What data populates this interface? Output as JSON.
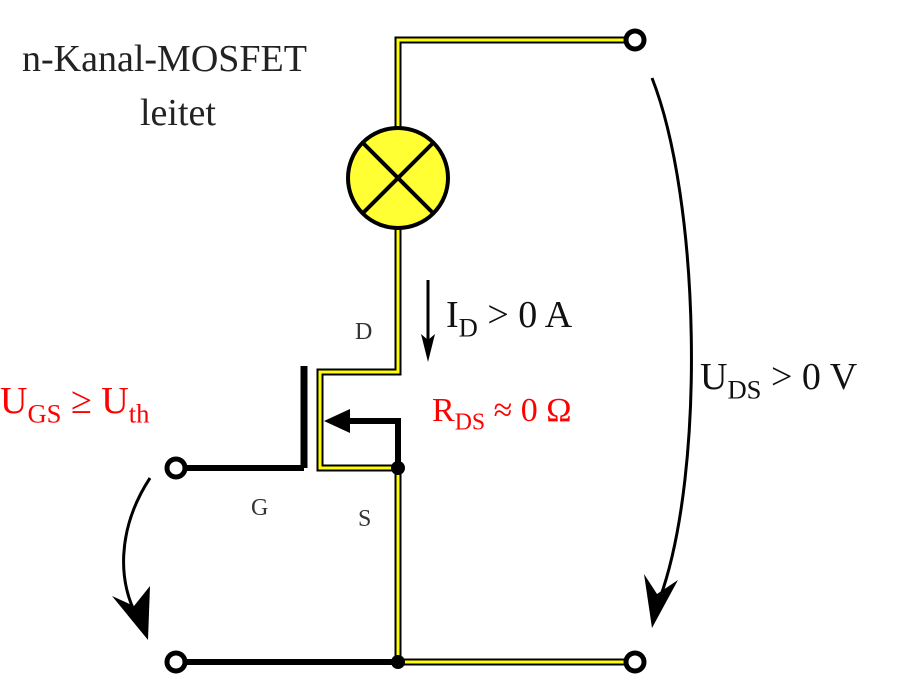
{
  "title": {
    "line1": "n-Kanal-MOSFET",
    "line2": "leitet"
  },
  "pins": {
    "drain": "D",
    "gate": "G",
    "source": "S"
  },
  "labels": {
    "id_sym": "I",
    "id_sub": "D",
    "id_rest": " > 0 A",
    "uds_sym": "U",
    "uds_sub": "DS",
    "uds_rest": " > 0 V",
    "rds_sym": "R",
    "rds_sub": "DS",
    "rds_rest": " ≈ 0 Ω",
    "ugs_sym": "U",
    "ugs_sub": "GS",
    "ugs_mid": " ≥ U",
    "ugs_sub2": "th"
  },
  "colors": {
    "conductor": "#ffff00",
    "wire": "#111111",
    "lamp": "#ffff33",
    "annotation_red": "#ff0000"
  }
}
